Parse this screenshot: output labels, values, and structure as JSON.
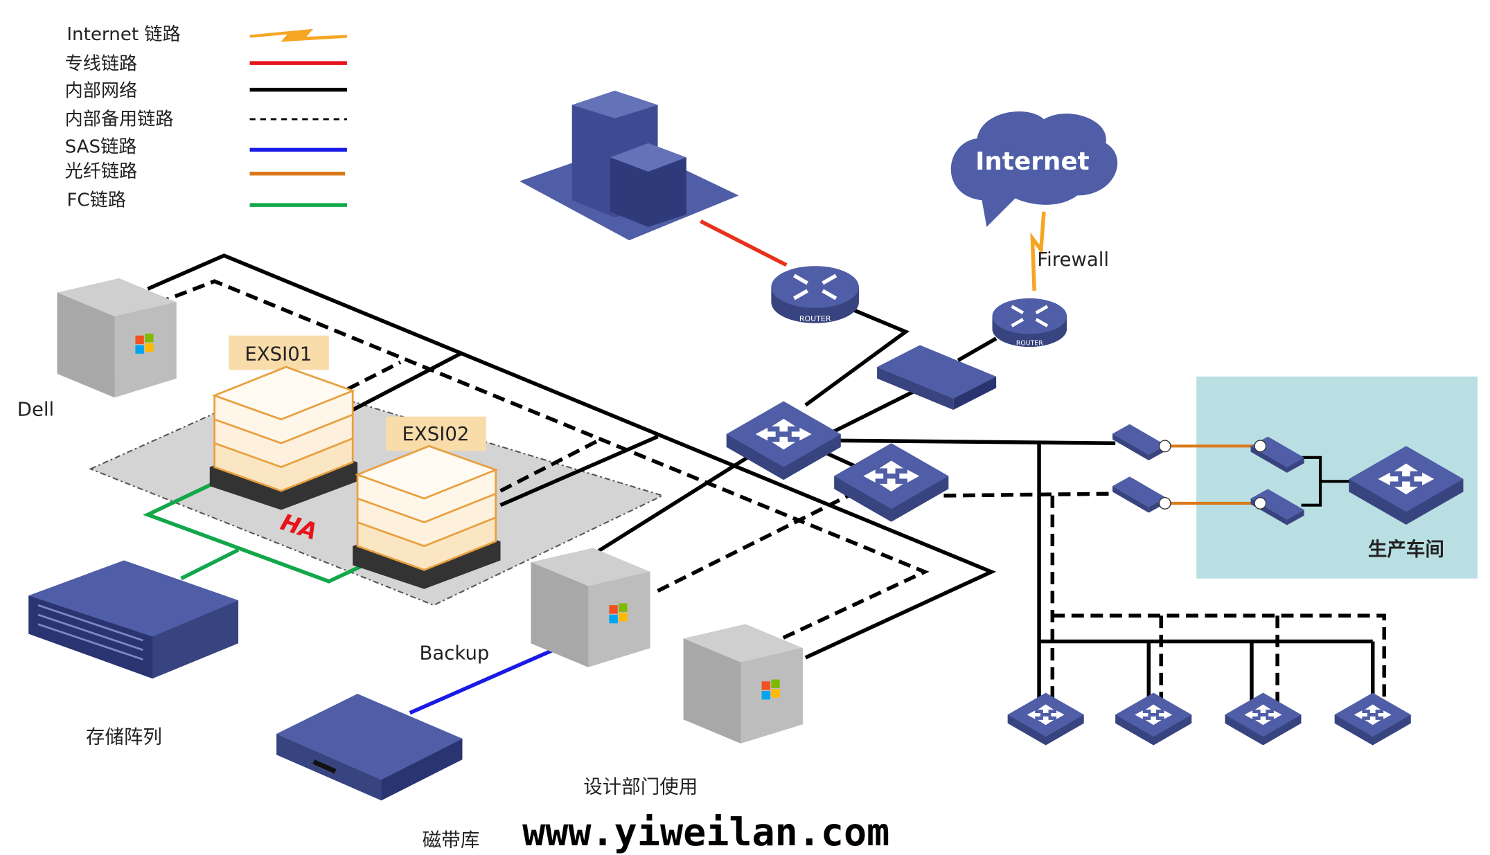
{
  "legend": {
    "items": [
      {
        "label": "Internet 链路",
        "color": "#f5a623",
        "style": "lightning"
      },
      {
        "label": "专线链路",
        "color": "#e8141c",
        "style": "solid"
      },
      {
        "label": "内部网络",
        "color": "#000000",
        "style": "solid"
      },
      {
        "label": "内部备用链路",
        "color": "#000000",
        "style": "dashed"
      },
      {
        "label": "SAS链路",
        "color": "#1a1ae6",
        "style": "solid"
      },
      {
        "label": "光纤链路",
        "color": "#d97a1a",
        "style": "solid"
      },
      {
        "label": "FC链路",
        "color": "#12a84a",
        "style": "solid"
      }
    ]
  },
  "nodes": {
    "internet": "Internet",
    "firewall": "Firewall",
    "router_label": "ROUTER",
    "dell": "Dell",
    "exsi01": "EXSI01",
    "exsi02": "EXSI02",
    "ha": "HA",
    "storage": "存储阵列",
    "backup": "Backup",
    "tape": "磁带库",
    "design_dept": "设计部门使用",
    "workshop": "生产车间"
  },
  "colors": {
    "device": "#4f5ea6",
    "workshop_bg": "#b9dfe2",
    "ha_text": "#e8141c",
    "server_label_bg": "#f8dcaa"
  },
  "watermark": "www.yiweilan.com"
}
